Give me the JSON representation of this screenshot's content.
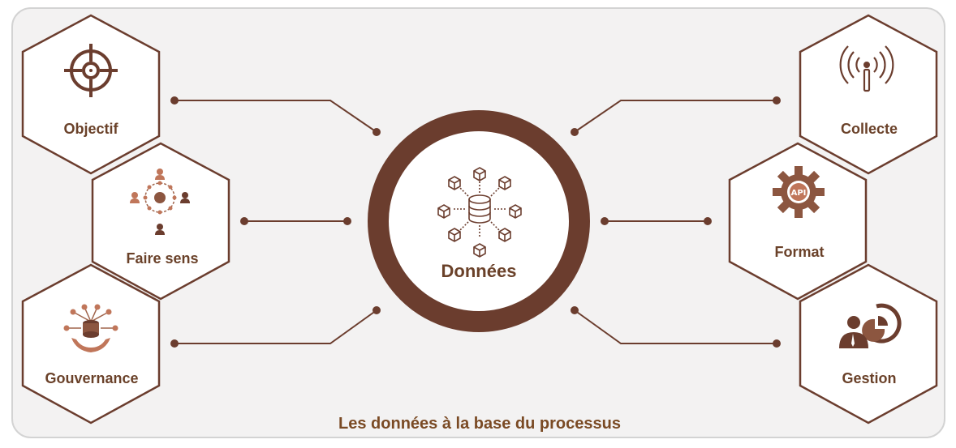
{
  "center": {
    "label": "Données",
    "icon": "database-network-icon"
  },
  "nodes": {
    "objectif": {
      "label": "Objectif",
      "icon": "target-icon"
    },
    "faire_sens": {
      "label": "Faire sens",
      "icon": "people-network-icon"
    },
    "gouvernance": {
      "label": "Gouvernance",
      "icon": "hands-data-icon"
    },
    "collecte": {
      "label": "Collecte",
      "icon": "antenna-icon"
    },
    "format": {
      "label": "Format",
      "icon": "api-gear-icon"
    },
    "gestion": {
      "label": "Gestion",
      "icon": "manager-chart-icon"
    }
  },
  "caption": "Les données à la base du processus",
  "colors": {
    "brown": "#6b3d2e",
    "text": "#6a4129",
    "hex_fill": "#ffffff",
    "background": "#f3f2f2"
  }
}
